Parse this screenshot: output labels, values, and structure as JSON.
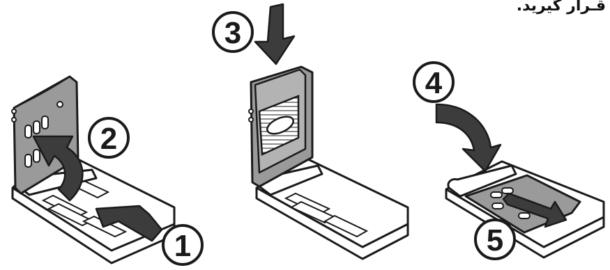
{
  "caption": "قـرار گیرید.",
  "steps": [
    {
      "number": "1",
      "action": "slide-lock-right"
    },
    {
      "number": "2",
      "action": "lift-holder-open"
    },
    {
      "number": "3",
      "action": "insert-sim-down"
    },
    {
      "number": "4",
      "action": "close-holder"
    },
    {
      "number": "5",
      "action": "slide-lock-to-secure"
    }
  ],
  "colors": {
    "outline": "#1a1a1a",
    "metal": "#9a9a9a",
    "metal_light": "#c8c8c8",
    "arrow": "#3c3c3c",
    "badge_fill": "#ffffff",
    "paper": "#ffffff"
  }
}
